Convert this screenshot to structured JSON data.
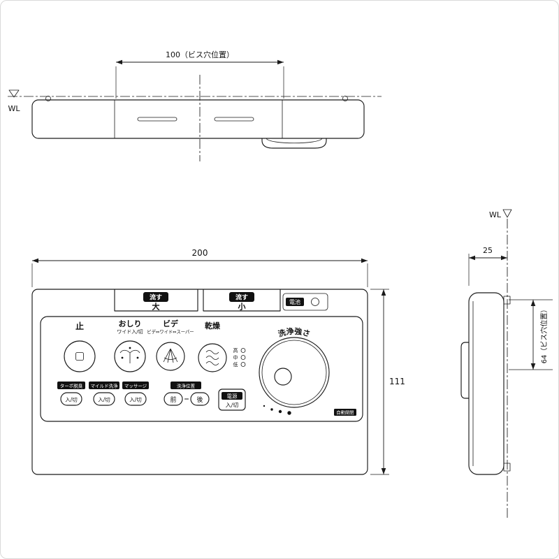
{
  "colors": {
    "ink": "#1a1a1a",
    "badge_bg": "#111111",
    "badge_text": "#ffffff",
    "background": "#ffffff",
    "frame_border": "#d9d9d9"
  },
  "top": {
    "dim_screw": "100（ビス穴位置）",
    "wl": "WL"
  },
  "front": {
    "dim_width": "200",
    "dim_height": "111",
    "flush_large": {
      "badge": "流す",
      "size": "大"
    },
    "flush_small": {
      "badge": "流す",
      "size": "小"
    },
    "battery": "電池",
    "stop": "止",
    "oshiri": {
      "label": "おしり",
      "sub": "ワイド入/切"
    },
    "bidet": {
      "label": "ビデ",
      "sub": "ビデ⇔ワイド⇔スーパー"
    },
    "dryer": "乾燥",
    "levels": [
      "高",
      "中",
      "低"
    ],
    "strength": "洗浄強さ",
    "turbo": {
      "label": "ターボ脱臭",
      "btn": "入/切"
    },
    "mild": {
      "label": "マイルド洗浄",
      "btn": "入/切"
    },
    "massage": {
      "label": "マッサージ",
      "btn": "入/切"
    },
    "pos": {
      "label": "洗浄位置",
      "front": "前",
      "eq": "＝",
      "back": "後"
    },
    "power": {
      "label": "電源",
      "btn": "入/切"
    },
    "corner": "自動開閉"
  },
  "side": {
    "wl": "WL",
    "dim_depth": "25",
    "dim_screw": "64（ビス穴位置）"
  }
}
